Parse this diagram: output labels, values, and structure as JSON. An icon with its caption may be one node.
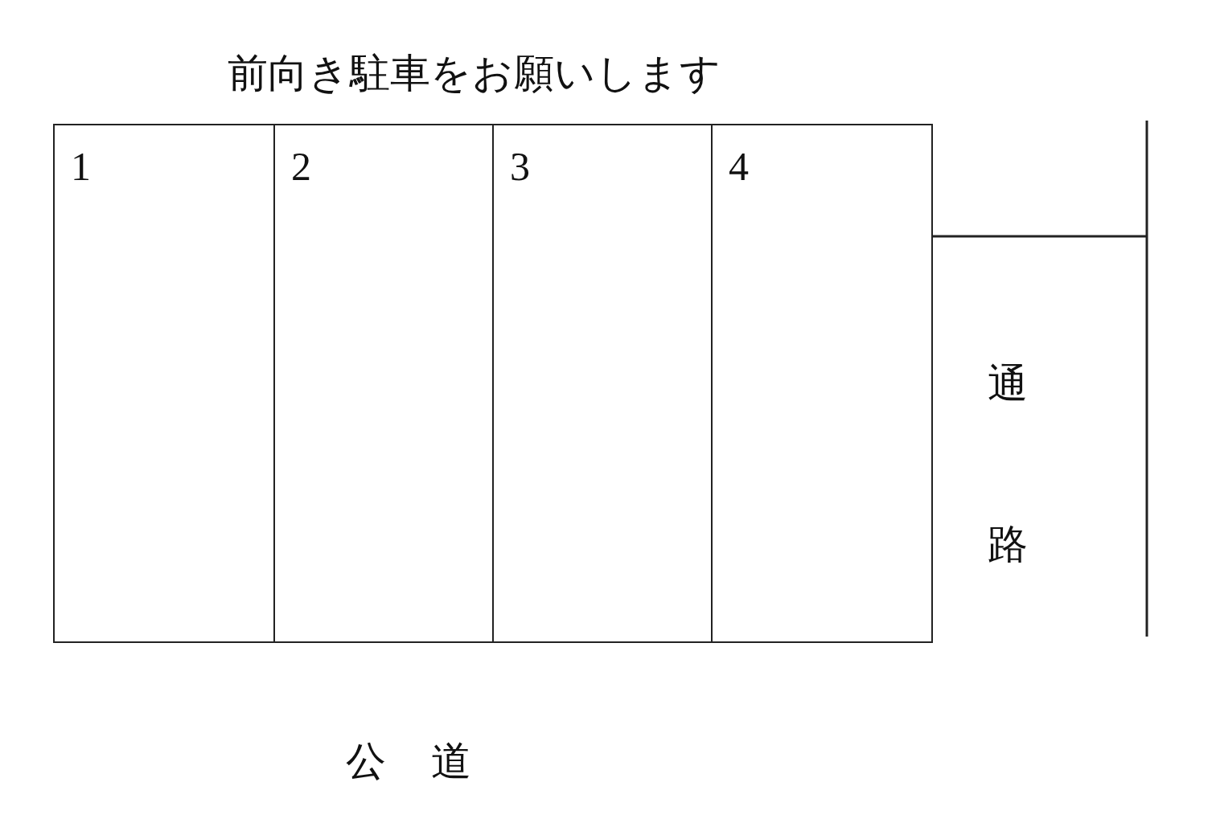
{
  "diagram": {
    "title": "前向き駐車をお願いします",
    "nodes": [
      {
        "text": [
          "1"
        ]
      },
      {
        "text": [
          "2"
        ]
      },
      {
        "text": [
          "3"
        ]
      },
      {
        "text": [
          "4"
        ]
      }
    ],
    "labels": [
      "通路",
      "公道"
    ]
  }
}
